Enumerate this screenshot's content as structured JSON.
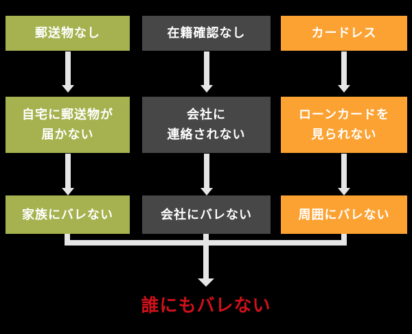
{
  "colors": {
    "bg": "#000000",
    "green": "#a5b24f",
    "dark": "#474747",
    "orange": "#fca233",
    "arrow": "#e6e6e6",
    "red": "#cf111b",
    "boxtext": "#ffffff"
  },
  "columns": [
    {
      "name": "mail",
      "color_key": "green",
      "top": "郵送物なし",
      "mid_line1": "自宅に郵送物が",
      "mid_line2": "届かない",
      "bottom": "家族にバレない"
    },
    {
      "name": "employment-check",
      "color_key": "dark",
      "top": "在籍確認なし",
      "mid_line1": "会社に",
      "mid_line2": "連絡されない",
      "bottom": "会社にバレない"
    },
    {
      "name": "cardless",
      "color_key": "orange",
      "top": "カードレス",
      "mid_line1": "ローンカードを",
      "mid_line2": "見られない",
      "bottom": "周囲にバレない"
    }
  ],
  "result": {
    "label": "誰にもバレない"
  }
}
